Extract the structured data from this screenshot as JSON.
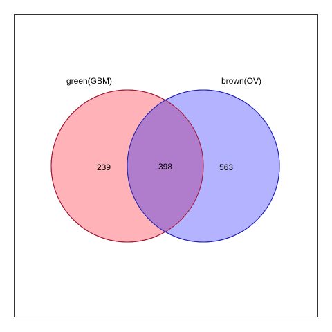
{
  "chart_data": {
    "type": "venn",
    "sets": [
      {
        "name": "green(GBM)",
        "only_count": "239",
        "fill": "#ffb3b8",
        "stroke": "#a01030"
      },
      {
        "name": "brown(OV)",
        "only_count": "563",
        "fill": "#b3b3ff",
        "stroke": "#2020b0"
      }
    ],
    "intersection_count": "398",
    "intersection_fill": "#b07ccc"
  }
}
